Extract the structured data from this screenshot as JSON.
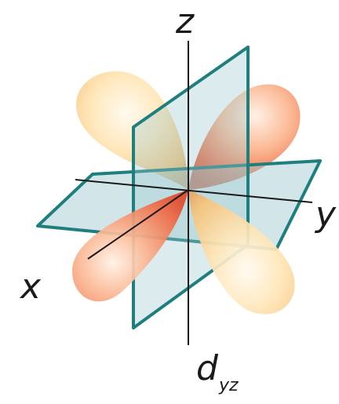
{
  "diagram": {
    "axes": {
      "z": "z",
      "y": "y",
      "x": "x"
    },
    "orbital": {
      "letter": "d",
      "subscript": "yz"
    },
    "colors": {
      "lobe_core": "#e8452c",
      "lobe_mid": "#f39a63",
      "lobe_light": "#fff4d8",
      "plane_fill": "#9cc8cf",
      "plane_edge": "#1f7f7e",
      "axis_line": "#1a1a1a"
    }
  }
}
